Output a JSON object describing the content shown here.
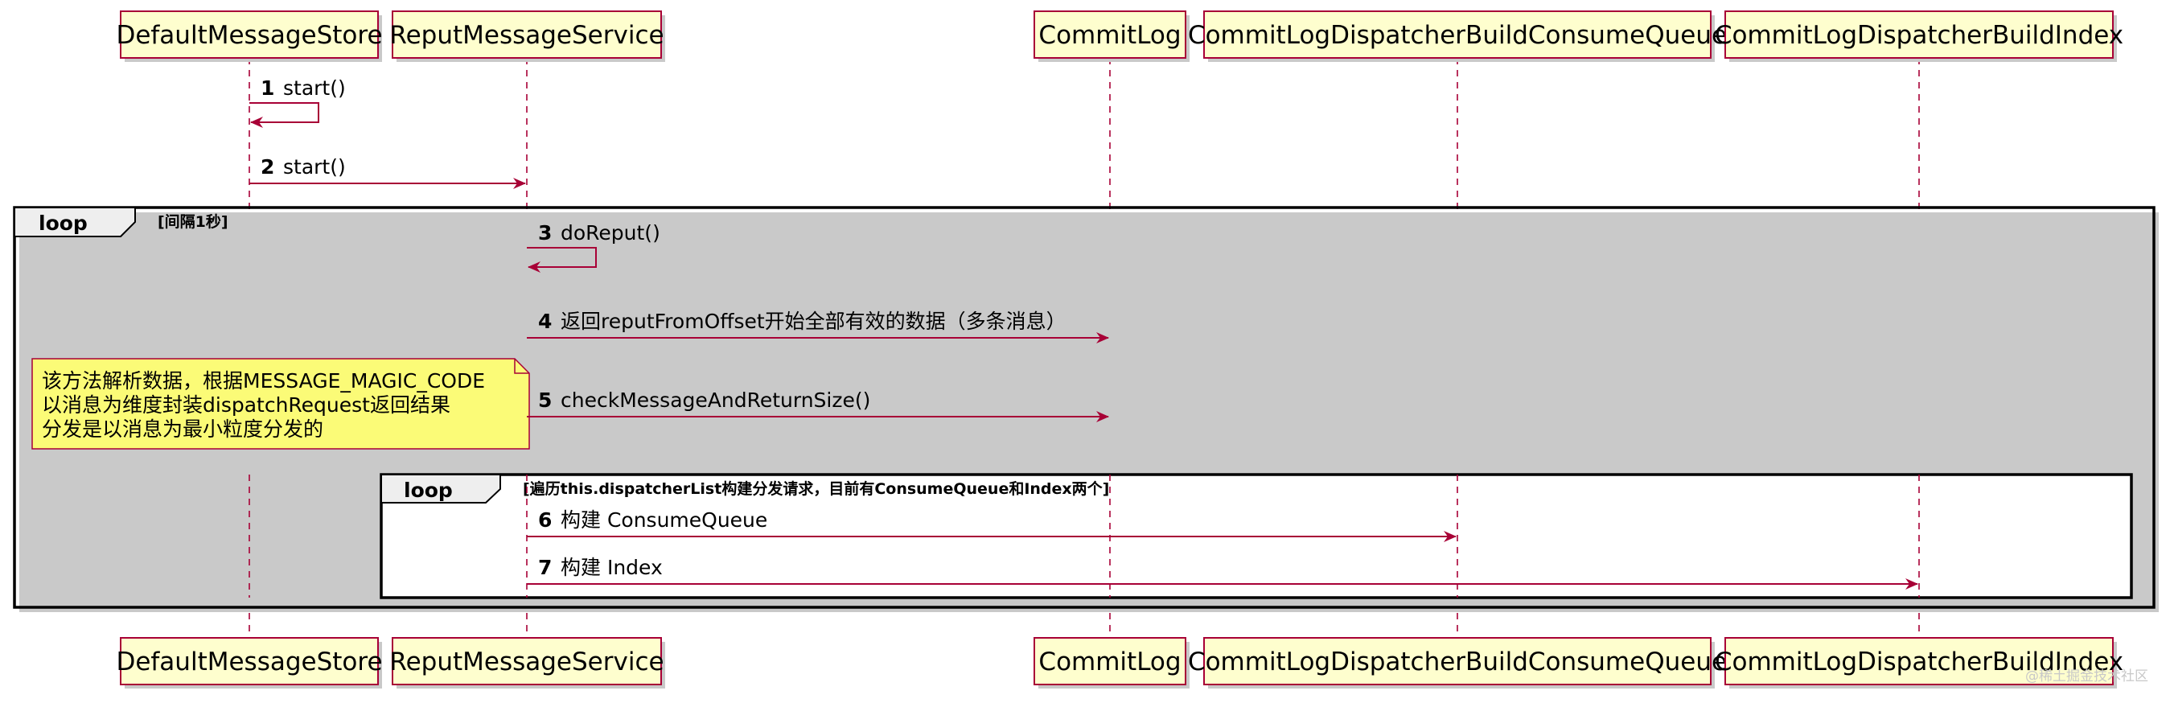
{
  "participants": [
    {
      "id": "DefaultMessageStore",
      "label": "DefaultMessageStore"
    },
    {
      "id": "ReputMessageService",
      "label": "ReputMessageService"
    },
    {
      "id": "CommitLog",
      "label": "CommitLog"
    },
    {
      "id": "CommitLogDispatcherBuildConsumeQueue",
      "label": "CommitLogDispatcherBuildConsumeQueue"
    },
    {
      "id": "CommitLogDispatcherBuildIndex",
      "label": "CommitLogDispatcherBuildIndex"
    }
  ],
  "messages": [
    {
      "num": "1",
      "label": "start()",
      "from": "DefaultMessageStore",
      "to": "DefaultMessageStore",
      "self": true
    },
    {
      "num": "2",
      "label": "start()",
      "from": "DefaultMessageStore",
      "to": "ReputMessageService",
      "self": false
    },
    {
      "num": "3",
      "label": "doReput()",
      "from": "ReputMessageService",
      "to": "ReputMessageService",
      "self": true
    },
    {
      "num": "4",
      "label": "返回reputFromOffset开始全部有效的数据（多条消息）",
      "from": "ReputMessageService",
      "to": "CommitLog",
      "self": false
    },
    {
      "num": "5",
      "label": "checkMessageAndReturnSize()",
      "from": "ReputMessageService",
      "to": "CommitLog",
      "self": false
    },
    {
      "num": "6",
      "label": "构建 ConsumeQueue",
      "from": "ReputMessageService",
      "to": "CommitLogDispatcherBuildConsumeQueue",
      "self": false
    },
    {
      "num": "7",
      "label": "构建 Index",
      "from": "ReputMessageService",
      "to": "CommitLogDispatcherBuildIndex",
      "self": false
    }
  ],
  "loops": [
    {
      "title": "loop",
      "guard": "[间隔1秒]"
    },
    {
      "title": "loop",
      "guard": "[遍历this.dispatcherList构建分发请求，目前有ConsumeQueue和Index两个]"
    }
  ],
  "note": {
    "lines": [
      "该方法解析数据，根据MESSAGE_MAGIC_CODE",
      "以消息为维度封装dispatchRequest返回结果",
      "分发是以消息为最小粒度分发的"
    ]
  },
  "watermark": "@稀土掘金技术社区",
  "colors": {
    "participant_fill": "#fefece",
    "participant_border": "#a80036",
    "arrow": "#a80036",
    "lifeline": "#a80036",
    "note_fill": "#fbfb77",
    "note_border": "#a80036",
    "loop_border": "#000000",
    "shadow": "#c9c9c9"
  }
}
